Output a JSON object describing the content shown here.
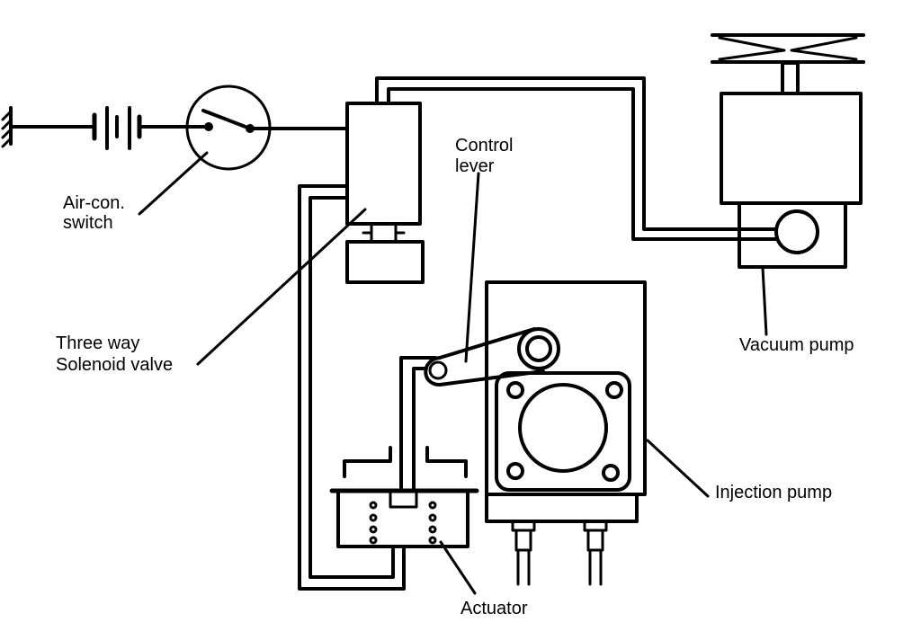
{
  "labels": {
    "aircon_line1": "Air-con.",
    "aircon_line2": "switch",
    "solenoid_line1": "Three way",
    "solenoid_line2": "Solenoid valve",
    "lever_line1": "Control",
    "lever_line2": "lever",
    "vacuum_pump": "Vacuum pump",
    "injection_pump": "Injection pump",
    "actuator": "Actuator"
  },
  "colors": {
    "ink": "#000000",
    "paper": "#ffffff"
  }
}
